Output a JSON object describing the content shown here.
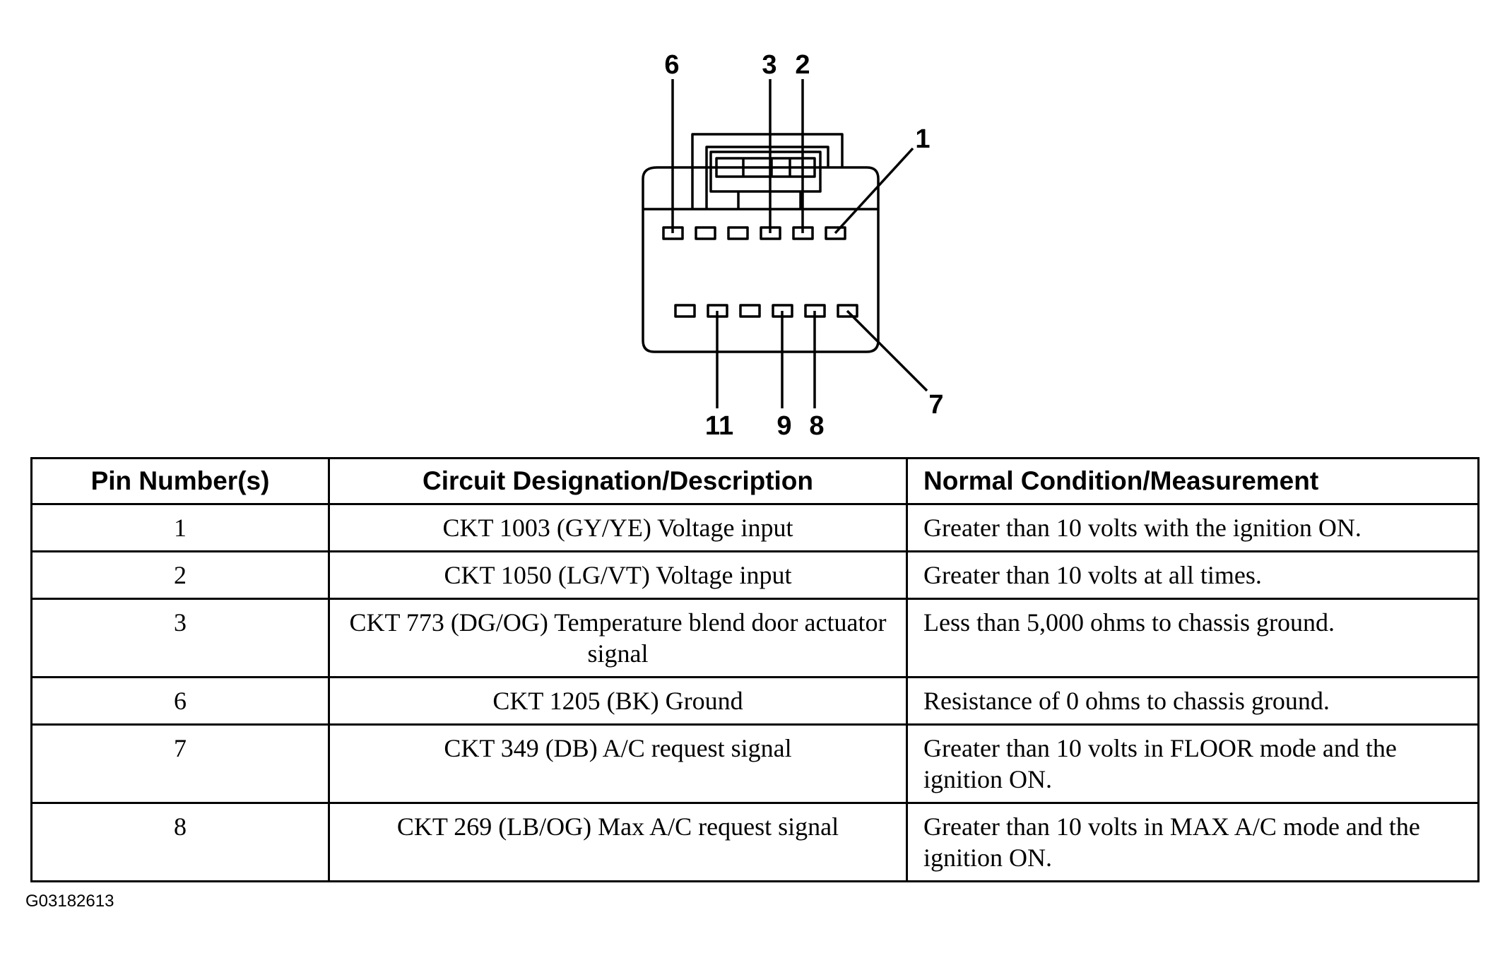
{
  "connector": {
    "pin_labels": [
      "6",
      "3",
      "2",
      "1",
      "7",
      "11",
      "9",
      "8"
    ]
  },
  "table": {
    "headers": [
      "Pin Number(s)",
      "Circuit Designation/Description",
      "Normal Condition/Measurement"
    ],
    "rows": [
      {
        "pin": "1",
        "desc": "CKT 1003 (GY/YE) Voltage input",
        "meas": "Greater than 10 volts with the ignition ON."
      },
      {
        "pin": "2",
        "desc": "CKT 1050 (LG/VT) Voltage input",
        "meas": "Greater than 10 volts at all times."
      },
      {
        "pin": "3",
        "desc": "CKT 773 (DG/OG) Temperature blend door actuator signal",
        "meas": "Less than 5,000 ohms to chassis ground."
      },
      {
        "pin": "6",
        "desc": "CKT 1205 (BK) Ground",
        "meas": "Resistance of 0 ohms to chassis ground."
      },
      {
        "pin": "7",
        "desc": "CKT 349 (DB) A/C request signal",
        "meas": "Greater than 10 volts in FLOOR mode and the ignition ON."
      },
      {
        "pin": "8",
        "desc": "CKT 269 (LB/OG) Max A/C request signal",
        "meas": "Greater than 10 volts in MAX A/C mode and the ignition ON."
      }
    ]
  },
  "figure_id": "G03182613"
}
